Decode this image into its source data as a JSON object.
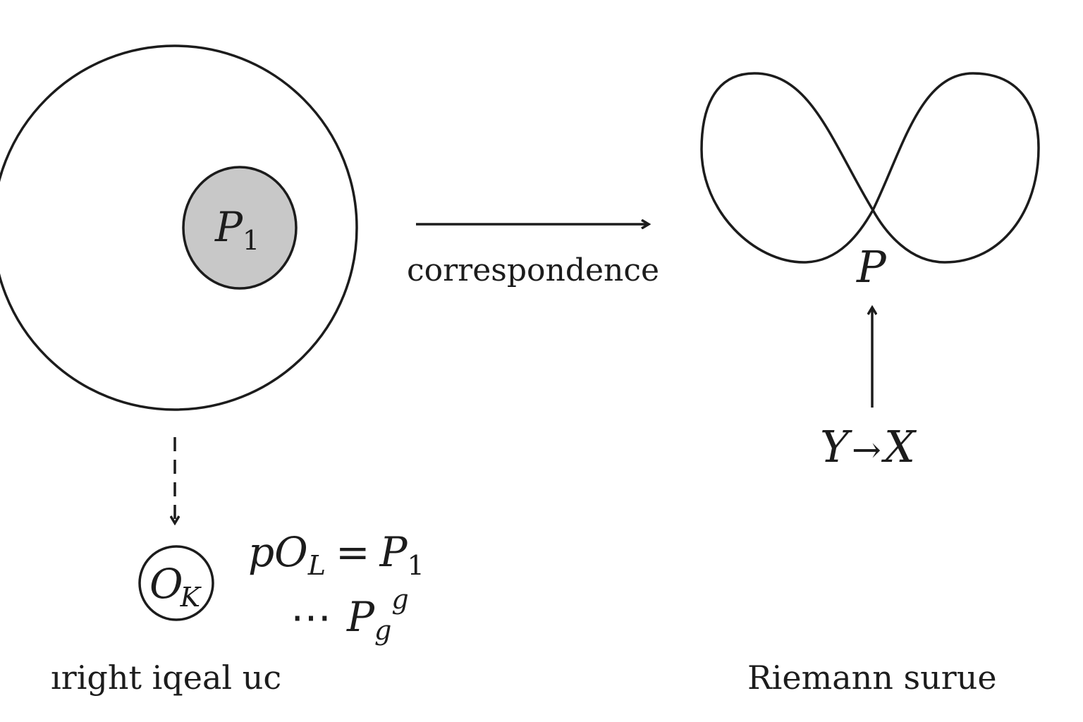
{
  "colors": {
    "ink": "#1c1c1c",
    "fill_gray": "#c8c8c8",
    "background": "#ffffff"
  },
  "left": {
    "inner_label": {
      "base": "P",
      "sub": "1"
    },
    "ok_label": {
      "base": "O",
      "sub": "K"
    },
    "equation1": {
      "p": "p",
      "o": "O",
      "o_sub": "L",
      "eq": "=",
      "rhs": "P",
      "rhs_sub": "1"
    },
    "equation2": {
      "dots": "⋯",
      "base": "P",
      "sub": "g",
      "sup": "g"
    },
    "caption": "ıright  iqeal uc"
  },
  "middle": {
    "arrow_label": "correspondence"
  },
  "right": {
    "point_label": "P",
    "map_label": {
      "from": "Y",
      "arrow": "→",
      "to": "X"
    },
    "caption": "Riemann surue"
  }
}
